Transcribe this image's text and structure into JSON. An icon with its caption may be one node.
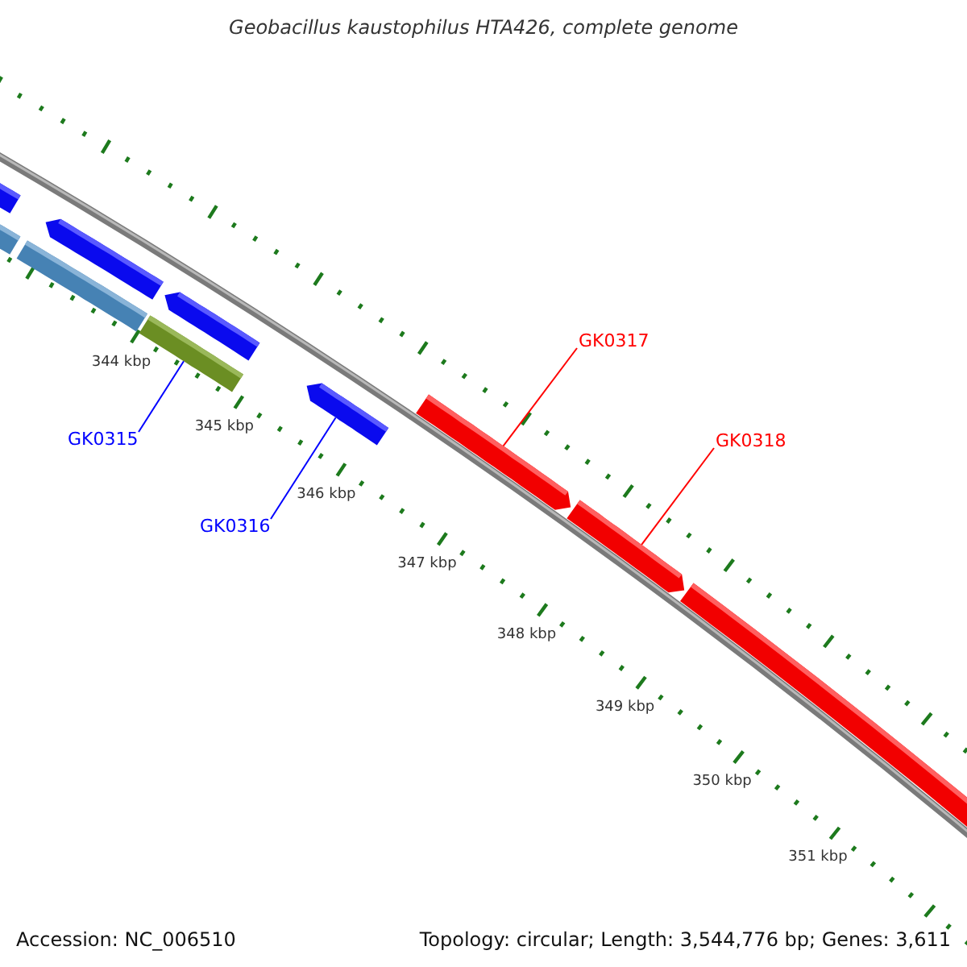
{
  "diagram": {
    "title": "Geobacillus kaustophilus HTA426, complete genome",
    "nodes": [
      {
        "text": [
          "GK0315"
        ]
      },
      {
        "text": [],
        "shape": "bar"
      },
      {
        "text": [
          "GK0316"
        ]
      },
      {
        "text": [],
        "shape": "bar"
      },
      {
        "text": [
          "GK0317"
        ]
      },
      {
        "text": [],
        "shape": "bar"
      },
      {
        "text": [
          "GK0318"
        ]
      },
      {
        "text": [],
        "shape": "bar"
      }
    ],
    "edges": [
      {
        "from": 0,
        "to": 1,
        "arrow": "none",
        "color": "#0000ff"
      },
      {
        "from": 2,
        "to": 3,
        "arrow": "none",
        "color": "#0000ff"
      },
      {
        "from": 4,
        "to": 5,
        "arrow": "none",
        "color": "#ff0000"
      },
      {
        "from": 6,
        "to": 7,
        "arrow": "none",
        "color": "#ff0000"
      }
    ],
    "labels": [
      "344 kbp",
      "345 kbp",
      "346 kbp",
      "347 kbp",
      "348 kbp",
      "349 kbp",
      "350 kbp",
      "351 kbp",
      "Accession: NC_006510",
      "Topology: circular; Length: 3,544,776 bp; Genes: 3,611"
    ]
  }
}
